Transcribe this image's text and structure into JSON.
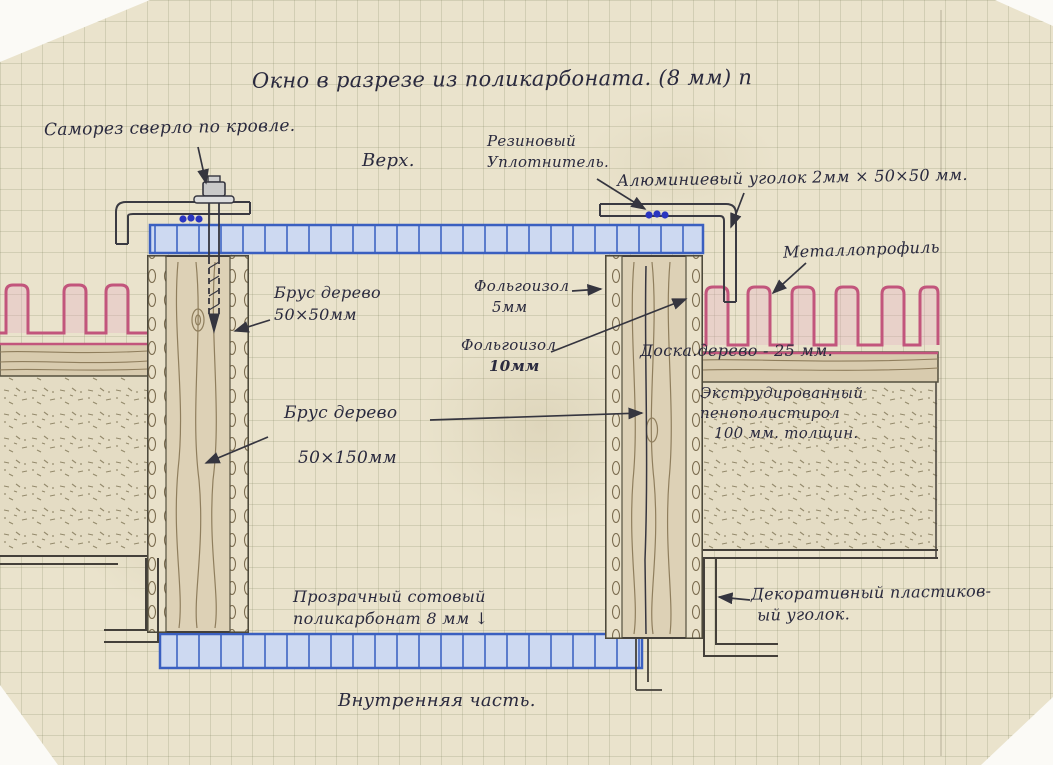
{
  "title": "Окно в разрезе  из поликарбоната. (8 мм) п",
  "labels": {
    "screw": "Саморез сверло по кровле.",
    "top_mark": "Верх.",
    "rubber_line1": "Резиновый",
    "rubber_line2": "Уплотнитель.",
    "aluminum_angle": "Алюминиевый уголок 2мм × 50×50 мм.",
    "metal_profile": "Металлопрофиль",
    "beam_small_line1": "Брус дерево",
    "beam_small_line2": "50×50мм",
    "foil5_line1": "Фольгоизол",
    "foil5_line2": "5мм",
    "foil10_line1": "Фольгоизол",
    "foil10_line2": "10мм",
    "board": "Доска.дерево - 25 мм.",
    "eps_line1": "Экструдированный",
    "eps_line2": "пенополистирол",
    "eps_line3": "100 мм. толщин.",
    "beam_large_line1": "Брус дерево",
    "beam_large_line2": "50×150мм",
    "pc_line1": "Прозрачный сотовый",
    "pc_line2": "поликарбонат 8 мм ↓",
    "decor_line1": "Декоративный пластиков-",
    "decor_line2": "ый  уголок.",
    "inner": "Внутренняя часть."
  },
  "colors": {
    "paper": "#eae3cc",
    "grid_line": "#c2bda4",
    "ink": "#2a2a3e",
    "polycarbonate_blue": "#3a5fc0",
    "polycarbonate_fill": "#cdd9f1",
    "metal_profile_pink": "#c2557c",
    "wood_fill": "#ddd1b6",
    "wood_grain": "#8f7e5d",
    "rubber_seal_blue": "#2a35c0"
  }
}
